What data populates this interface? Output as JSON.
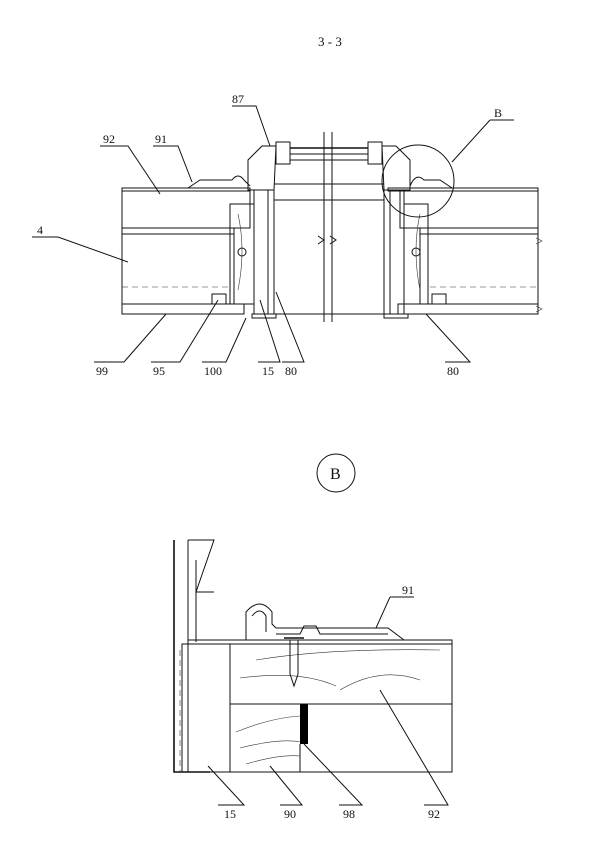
{
  "figure": {
    "section_title": "3 - 3",
    "detail_marker": "B"
  },
  "labels": {
    "l87": "87",
    "lB": "B",
    "l92": "92",
    "l91": "91",
    "l4": "4",
    "l99": "99",
    "l95": "95",
    "l100": "100",
    "l15": "15",
    "l80a": "80",
    "l80b": "80"
  },
  "detail_labels": {
    "l91": "91",
    "l15": "15",
    "l90": "90",
    "l98": "98",
    "l92": "92"
  },
  "colors": {
    "ink": "#111111",
    "background": "#ffffff",
    "black_strip": "#000000"
  }
}
